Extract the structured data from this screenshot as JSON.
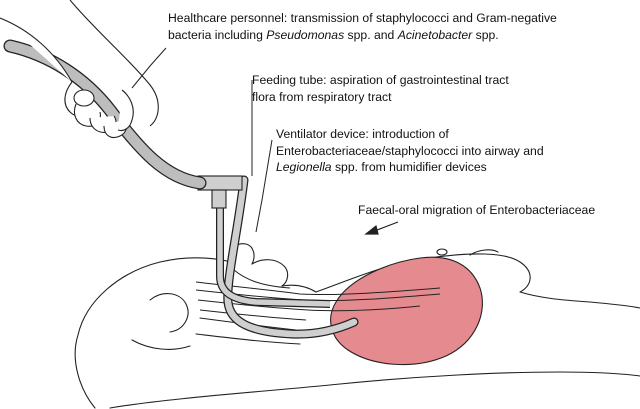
{
  "callouts": {
    "healthcare_personnel": {
      "line1": "Healthcare personnel: transmission of staphylococci and Gram-negative",
      "line2_pre": "bacteria including ",
      "line2_genus1": "Pseudomonas",
      "line2_mid": " spp. and ",
      "line2_genus2": "Acinetobacter",
      "line2_post": " spp."
    },
    "feeding_tube": {
      "line1": "Feeding tube: aspiration of gastrointestinal tract",
      "line2": "flora from respiratory tract"
    },
    "ventilator_device": {
      "line1": "Ventilator device: introduction of",
      "line2": "Enterobacteriaceae/staphylococci into airway and",
      "line3_genus": "Legionella",
      "line3_post": " spp. from humidifier devices"
    },
    "faecal_oral": {
      "text": "Faecal-oral migration of Enterobacteriaceae"
    }
  },
  "colors": {
    "stomach_fill": "#e58a8e",
    "outline": "#222222",
    "tube_fill": "#cfcfcf"
  }
}
